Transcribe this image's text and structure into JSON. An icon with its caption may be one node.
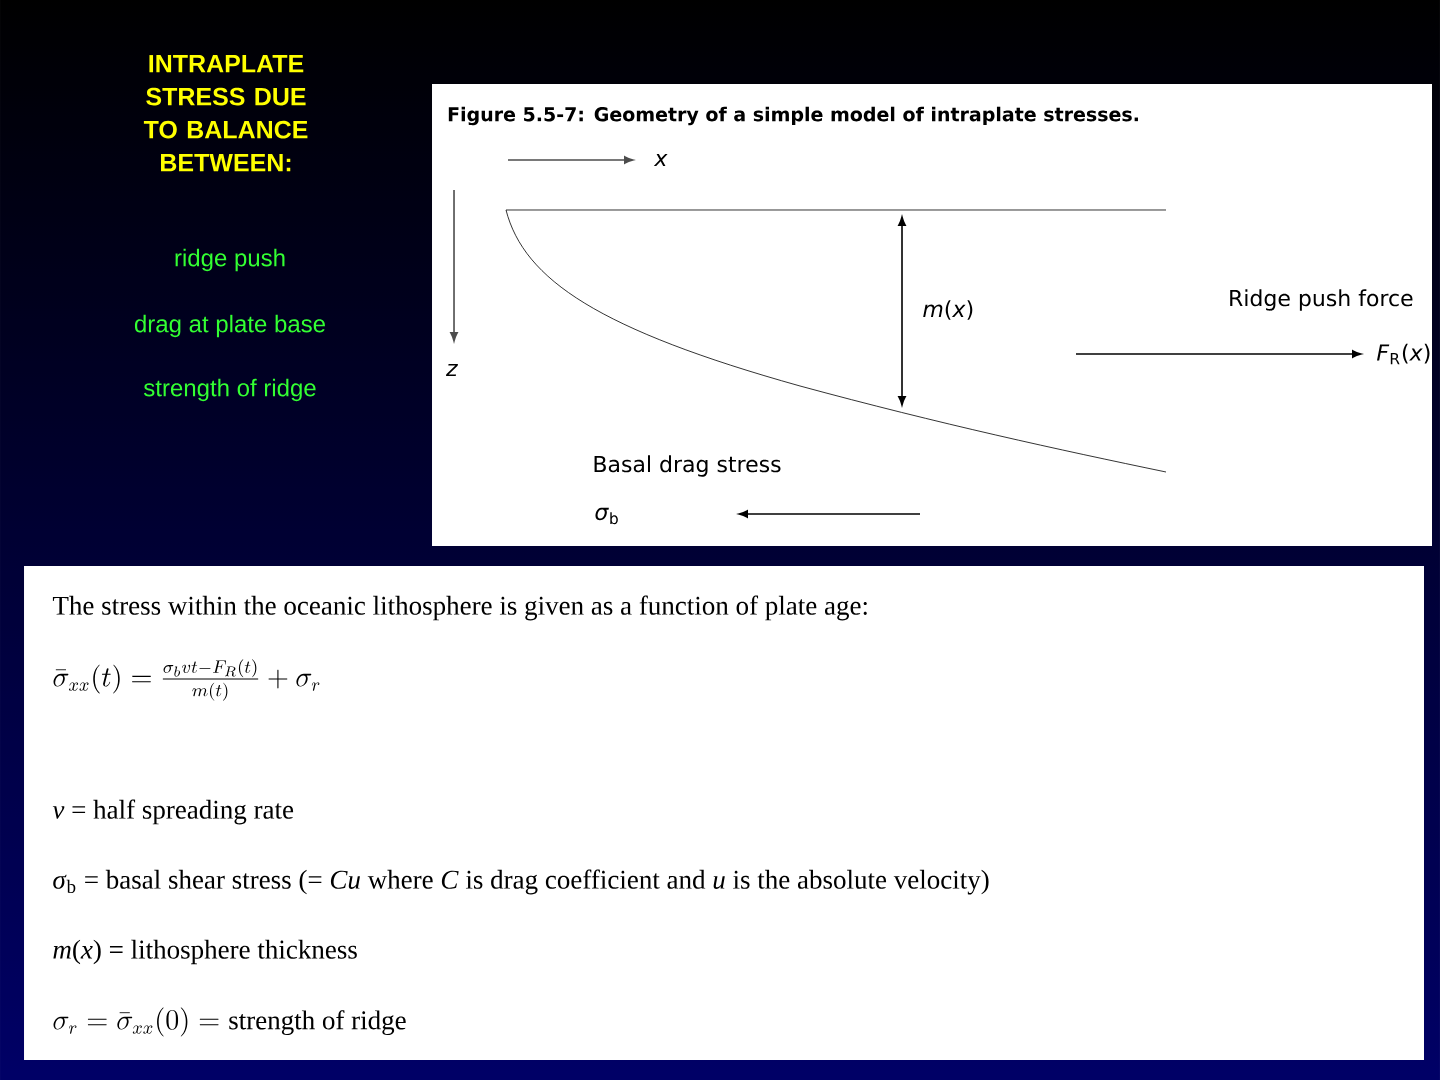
{
  "diagram": {
    "title": "INTRAPLATE STRESS DUE TO BALANCE BETWEEN:",
    "caption": "Figure 5.5-7: Geometry of a simple model of intraplate stresses.",
    "labels": [
      "ridge push",
      "drag at plate base",
      "strength of ridge",
      "*x*",
      "*z*",
      "*m*(*x*)",
      "Ridge push force",
      "*F*$_{R}$(*x*)",
      "Basal drag stress",
      "*σ*$_{b}$",
      "The stress within the oceanic lithosphere is given as a function of plate age:",
      "\\bar{\\sigma}_{xx}(t) = \\frac{\\sigma_b v t - F_R(t)}{m(t)} + \\sigma_r",
      "*v* = half spreading rate",
      "*σ*$_{b}$ = basal shear stress (= *Cu* where *C* is drag coefficient and *u* is the absolute velocity)",
      "*m*(*x*) = lithosphere thickness",
      "\\sigma_r = \\bar{\\sigma}_{xx}(0) = \\text{strength of ridge}"
    ]
  }
}
